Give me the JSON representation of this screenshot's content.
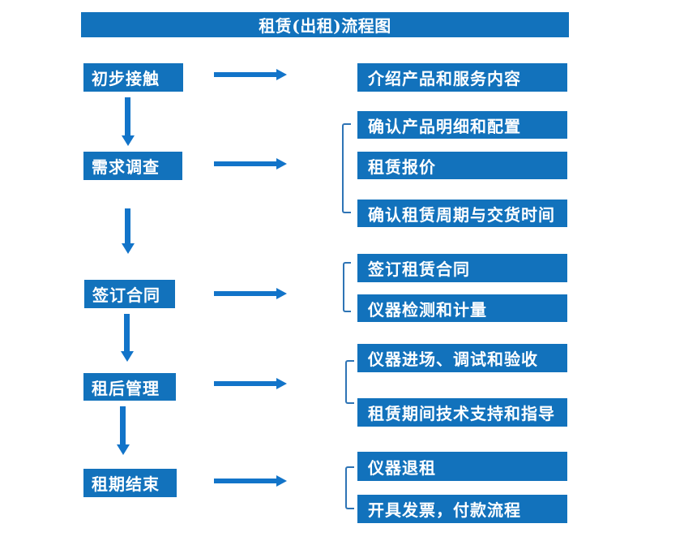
{
  "title": "租赁(出租)流程图",
  "colors": {
    "box-blue": "#1272BC",
    "arrow-blue": "#1274C9",
    "bracket-blue": "#2E74B5",
    "text-white": "#FFFFFF",
    "background": "#FFFFFF"
  },
  "steps": [
    {
      "label": "初步接触",
      "details": [
        "介绍产品和服务内容"
      ]
    },
    {
      "label": "需求调查",
      "details": [
        "确认产品明细和配置",
        "租赁报价",
        "确认租赁周期与交货时间"
      ]
    },
    {
      "label": "签订合同",
      "details": [
        "签订租赁合同",
        "仪器检测和计量"
      ]
    },
    {
      "label": "租后管理",
      "details": [
        "仪器进场、调试和验收",
        "租赁期间技术支持和指导"
      ]
    },
    {
      "label": "租期结束",
      "details": [
        "仪器退租",
        "开具发票，付款流程"
      ]
    }
  ]
}
